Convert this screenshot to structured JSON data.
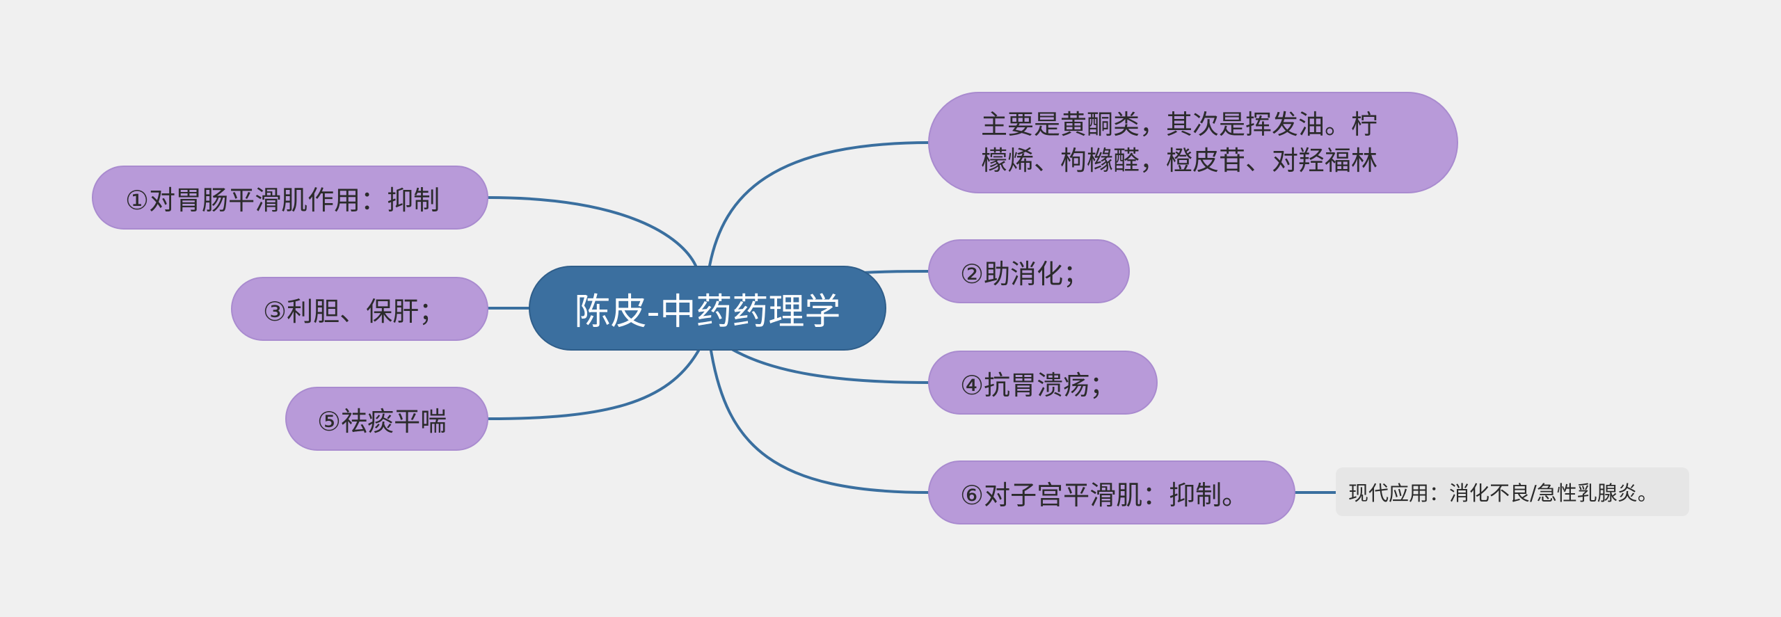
{
  "root": {
    "label": "陈皮-中药药理学"
  },
  "branches": [
    {
      "id": "main",
      "label": "主要是黄酮类，其次是挥发油。柠\n檬烯、枸橼醛，橙皮苷、对羟福林"
    },
    {
      "id": "stomach",
      "label": "①对胃肠平滑肌作用：抑制"
    },
    {
      "id": "digest",
      "label": "②助消化；"
    },
    {
      "id": "liver",
      "label": "③利胆、保肝；"
    },
    {
      "id": "ulcer",
      "label": "④抗胃溃疡；"
    },
    {
      "id": "phlegm",
      "label": "⑤祛痰平喘"
    },
    {
      "id": "uterus",
      "label": "⑥对子宫平滑肌：抑制。"
    }
  ],
  "note": {
    "label": "现代应用：消化不良/急性乳腺炎。"
  },
  "colors": {
    "background": "#f0f0f0",
    "root_fill": "#3b6f9f",
    "branch_fill": "#b89ad9",
    "note_fill": "#e6e6e6",
    "connector": "#3a6f9f"
  }
}
